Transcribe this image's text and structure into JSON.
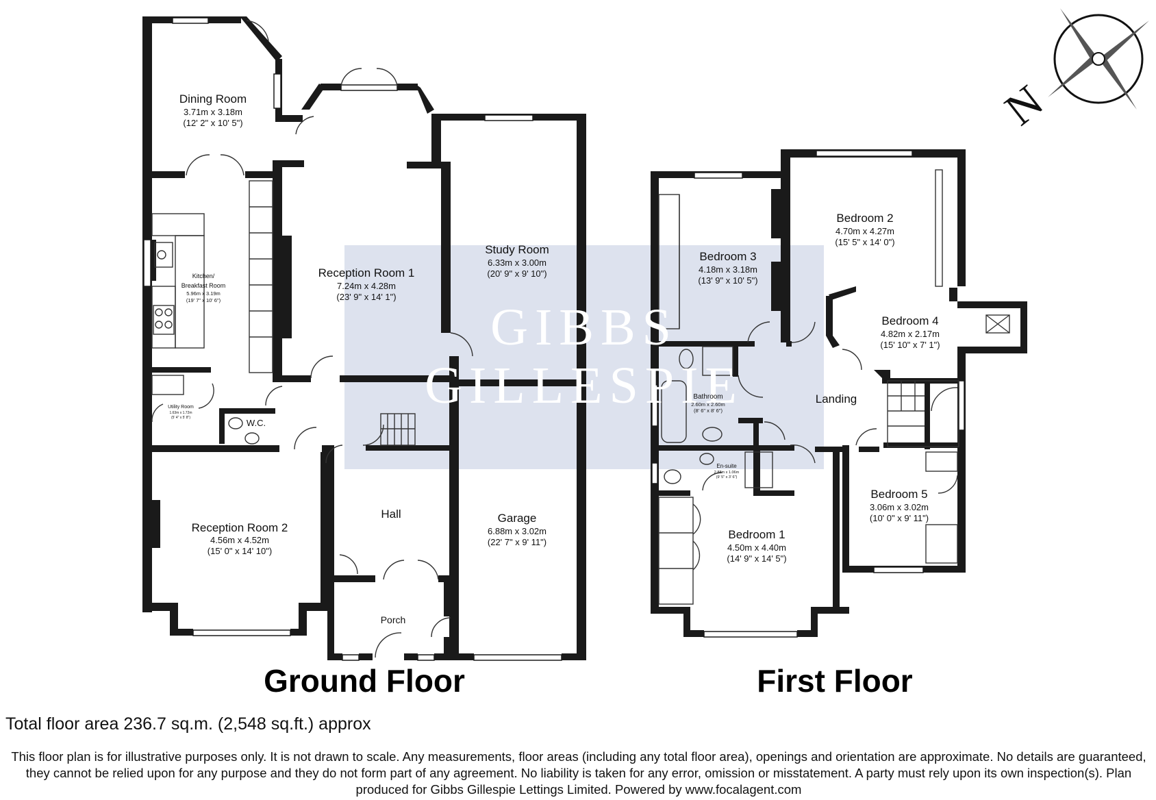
{
  "watermark": {
    "line1": "GIBBS",
    "line2": "GILLESPIE",
    "band_color": "#dde2ee"
  },
  "floors": {
    "ground": {
      "title": "Ground Floor"
    },
    "first": {
      "title": "First Floor"
    }
  },
  "rooms": {
    "dining": {
      "name": "Dining Room",
      "metric": "3.71m x 3.18m",
      "imperial": "(12' 2\" x 10' 5\")"
    },
    "kitchen": {
      "name_line1": "Kitchen/",
      "name_line2": "Breakfast Room",
      "metric": "5.96m x 3.19m",
      "imperial": "(19' 7\" x 10' 6\")"
    },
    "reception1": {
      "name": "Reception Room 1",
      "metric": "7.24m x 4.28m",
      "imperial": "(23' 9\" x 14' 1\")"
    },
    "study": {
      "name": "Study Room",
      "metric": "6.33m x 3.00m",
      "imperial": "(20' 9\" x 9' 10\")"
    },
    "utility": {
      "name": "Utility Room",
      "metric": "1.63m x 1.72m",
      "imperial": "(5' 4\" x 5' 8\")"
    },
    "wc": {
      "name": "W.C."
    },
    "reception2": {
      "name": "Reception Room 2",
      "metric": "4.56m x 4.52m",
      "imperial": "(15' 0\" x 14' 10\")"
    },
    "hall": {
      "name": "Hall"
    },
    "garage": {
      "name": "Garage",
      "metric": "6.88m x 3.02m",
      "imperial": "(22' 7\" x 9' 11\")"
    },
    "porch": {
      "name": "Porch"
    },
    "bedroom3": {
      "name": "Bedroom 3",
      "metric": "4.18m x 3.18m",
      "imperial": "(13' 9\" x 10' 5\")"
    },
    "bedroom2": {
      "name": "Bedroom 2",
      "metric": "4.70m x 4.27m",
      "imperial": "(15' 5\" x 14' 0\")"
    },
    "bedroom4": {
      "name": "Bedroom 4",
      "metric": "4.82m x 2.17m",
      "imperial": "(15' 10\" x 7' 1\")"
    },
    "bathroom": {
      "name": "Bathroom",
      "metric": "2.60m x 2.60m",
      "imperial": "(8' 6\" x 8' 6\")"
    },
    "landing": {
      "name": "Landing"
    },
    "ensuite": {
      "name": "En-suite",
      "metric": "2.88m x 1.06m",
      "imperial": "(9' 5\" x 3' 6\")"
    },
    "bedroom1": {
      "name": "Bedroom 1",
      "metric": "4.50m x 4.40m",
      "imperial": "(14' 9\" x 14' 5\")"
    },
    "bedroom5": {
      "name": "Bedroom 5",
      "metric": "3.06m x 3.02m",
      "imperial": "(10' 0\" x 9' 11\")"
    }
  },
  "compass": {
    "letter": "N"
  },
  "footer": {
    "total_area": "Total floor area 236.7 sq.m. (2,548 sq.ft.) approx",
    "disclaimer": "This floor plan is for illustrative purposes only. It is not drawn to scale. Any measurements, floor areas (including any total floor area), openings and orientation are approximate. No details are guaranteed, they cannot be relied upon for any purpose and they do not form part of any agreement. No liability is taken for any error, omission or misstatement. A party must rely upon its own inspection(s). Plan produced for Gibbs Gillespie Lettings Limited. Powered by www.focalagent.com"
  }
}
